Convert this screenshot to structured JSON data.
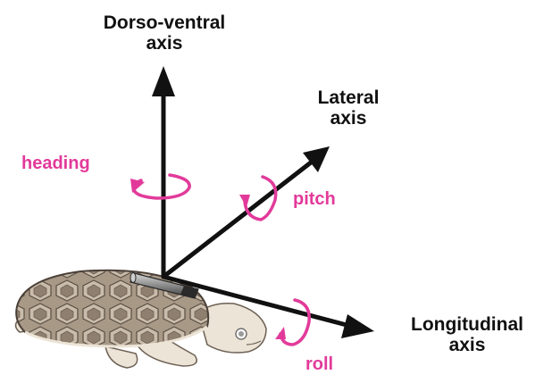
{
  "diagram": {
    "axes": {
      "dorso_ventral": {
        "line1": "Dorso-ventral",
        "line2": "axis"
      },
      "lateral": {
        "line1": "Lateral",
        "line2": "axis"
      },
      "longitudinal": {
        "line1": "Longitudinal",
        "line2": "axis"
      }
    },
    "rotations": {
      "heading": "heading",
      "pitch": "pitch",
      "roll": "roll"
    },
    "colors": {
      "axis": "#111111",
      "rotation": "#e23a9a",
      "shell": "#a89886",
      "shell_outline": "#5a4e44",
      "skin": "#ece4d6",
      "logger": "#8a8a8a"
    },
    "icons": [
      "turtle-icon",
      "data-logger-icon"
    ]
  }
}
